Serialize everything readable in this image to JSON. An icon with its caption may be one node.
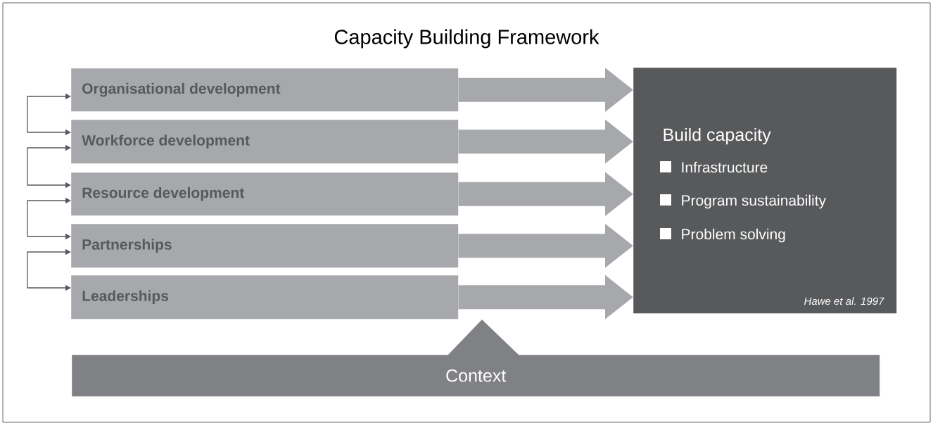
{
  "diagram": {
    "title": "Capacity Building Framework",
    "nodes": [
      {
        "text": [
          "Organisational development"
        ]
      },
      {
        "text": [
          "Workforce development"
        ]
      },
      {
        "text": [
          "Resource development"
        ]
      },
      {
        "text": [
          "Partnerships"
        ]
      },
      {
        "text": [
          "Leaderships"
        ]
      },
      {
        "text": [
          "Build capacity",
          "Infrastructure",
          "Program sustainability",
          "Problem solving",
          "Hawe et al. 1997"
        ]
      },
      {
        "text": [
          "Context"
        ]
      }
    ],
    "edges": [
      {
        "from": 0,
        "to": 1,
        "arrow": "both"
      },
      {
        "from": 1,
        "to": 2,
        "arrow": "both"
      },
      {
        "from": 2,
        "to": 3,
        "arrow": "both"
      },
      {
        "from": 3,
        "to": 4,
        "arrow": "both"
      },
      {
        "from": 0,
        "to": 5,
        "arrow": "to"
      },
      {
        "from": 1,
        "to": 5,
        "arrow": "to"
      },
      {
        "from": 2,
        "to": 5,
        "arrow": "to"
      },
      {
        "from": 3,
        "to": 5,
        "arrow": "to"
      },
      {
        "from": 4,
        "to": 5,
        "arrow": "to"
      }
    ]
  }
}
